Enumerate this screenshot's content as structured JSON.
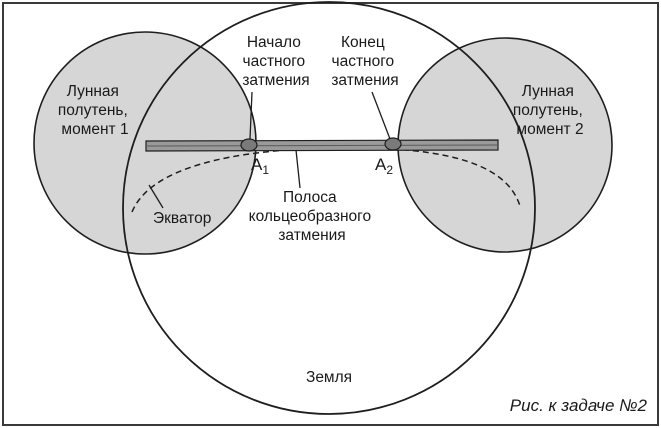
{
  "labels": {
    "penumbra_1": [
      "Лунная",
      "полутень,",
      "момент 1"
    ],
    "penumbra_2": [
      "Лунная",
      "полутень,",
      "момент 2"
    ],
    "partial_start": [
      "Начало",
      "частного",
      "затмения"
    ],
    "partial_end": [
      "Конец",
      "частного",
      "затмения"
    ],
    "point_a1": {
      "letter": "A",
      "sub": "1"
    },
    "point_a2": {
      "letter": "A",
      "sub": "2"
    },
    "band": [
      "Полоса",
      "кольцеобразного",
      "затмения"
    ],
    "equator": "Экватор",
    "earth": "Земля"
  },
  "caption": "Рис. к задаче №2",
  "colors": {
    "frame": "#3a3a3a",
    "outline": "#1e1e1e",
    "penumbra_fill": "#d6d6d6",
    "band_fill": "#9a9a9a",
    "point_fill": "#7a7a7a"
  }
}
